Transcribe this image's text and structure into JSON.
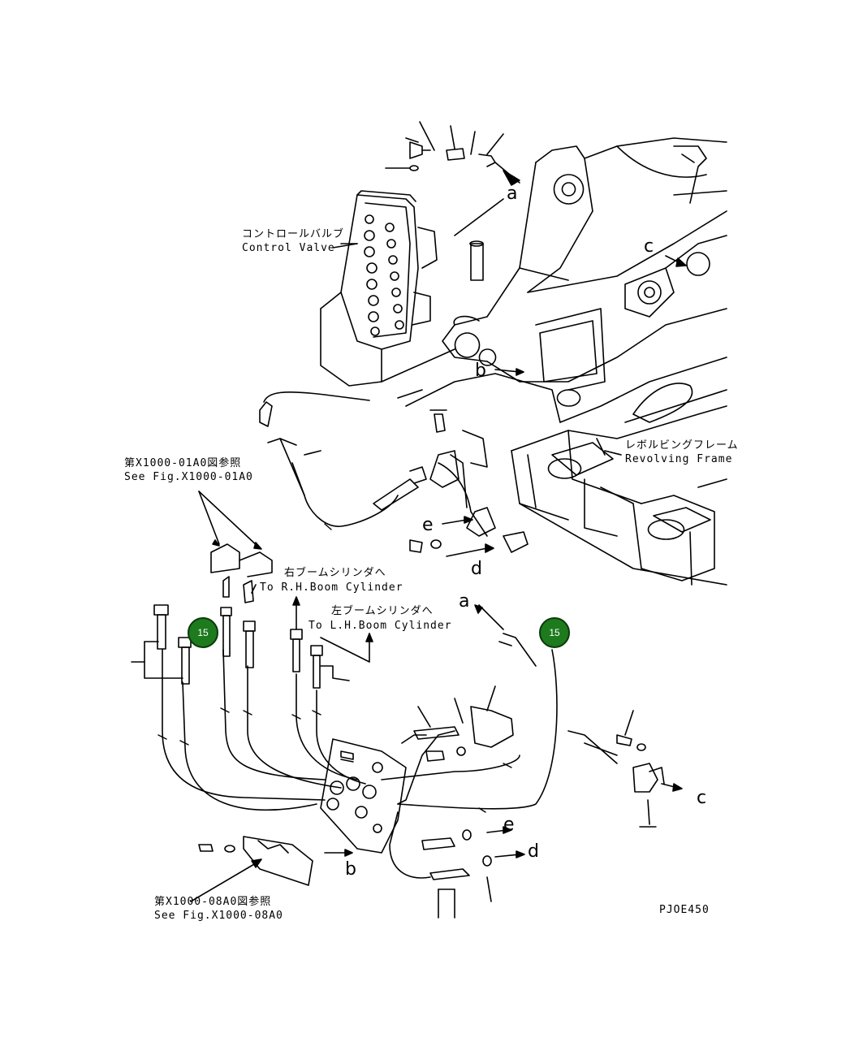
{
  "labels": {
    "control_valve_jp": "コントロールバルブ",
    "control_valve_en": "Control Valve",
    "revolving_frame_jp": "レボルビングフレーム",
    "revolving_frame_en": "Revolving Frame",
    "see_fig_01_jp": "第X1000-01A0図参照",
    "see_fig_01_en": "See Fig.X1000-01A0",
    "see_fig_08_jp": "第X1000-08A0図参照",
    "see_fig_08_en": "See Fig.X1000-08A0",
    "rh_boom_jp": "右ブームシリンダへ",
    "rh_boom_en": "To R.H.Boom Cylinder",
    "lh_boom_jp": "左ブームシリンダへ",
    "lh_boom_en": "To L.H.Boom Cylinder",
    "drawing_code": "PJOE450"
  },
  "letters": {
    "a_top": "a",
    "a_mid": "a",
    "b_top": "b",
    "b_bottom": "b",
    "c_top": "c",
    "c_bottom": "c",
    "d_top": "d",
    "d_bottom": "d",
    "e_top": "e",
    "e_bottom": "e"
  },
  "callouts": [
    "15",
    "15"
  ]
}
